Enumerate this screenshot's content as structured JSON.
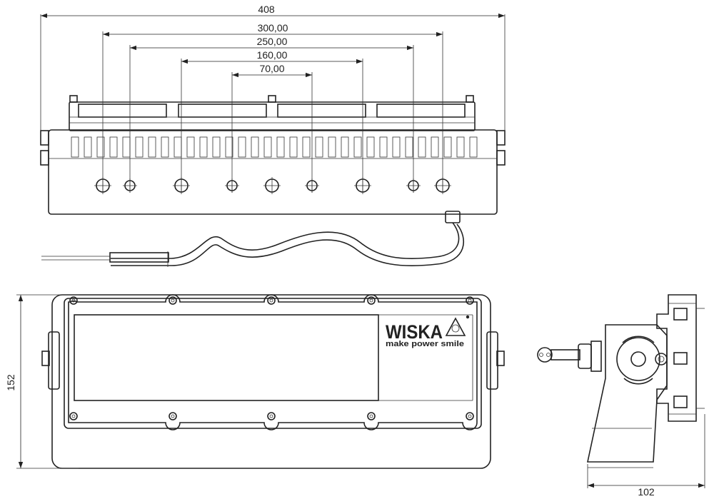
{
  "dimensions": {
    "overall_width": "408",
    "hole_300": "300,00",
    "hole_250": "250,00",
    "hole_160": "160,00",
    "hole_70": "70,00",
    "height": "152",
    "depth": "102"
  },
  "brand": {
    "name": "WISKA",
    "slogan": "make power smile"
  },
  "colors": {
    "line": "#222222",
    "background": "#ffffff"
  }
}
